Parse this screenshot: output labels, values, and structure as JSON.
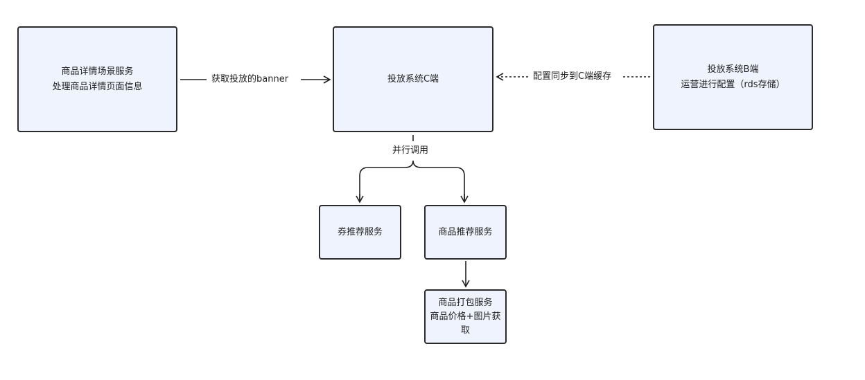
{
  "nodes": {
    "detail_service": {
      "line1": "商品详情场景服务",
      "line2": "处理商品详情页面信息"
    },
    "c_end": {
      "line1": "投放系统C端"
    },
    "b_end": {
      "line1": "投放系统B端",
      "line2": "运营进行配置（rds存储）"
    },
    "coupon_service": {
      "line1": "券推荐服务"
    },
    "product_rec_service": {
      "line1": "商品推荐服务"
    },
    "packaging_service": {
      "line1": "商品打包服务",
      "line2": "商品价格+图片获",
      "line3": "取"
    }
  },
  "edges": {
    "fetch_banner": "获取投放的banner",
    "config_sync": "配置同步到C端缓存",
    "parallel_call": "并行调用"
  },
  "colors": {
    "node_fill": "#eef3fd",
    "stroke": "#2a2a2a"
  }
}
